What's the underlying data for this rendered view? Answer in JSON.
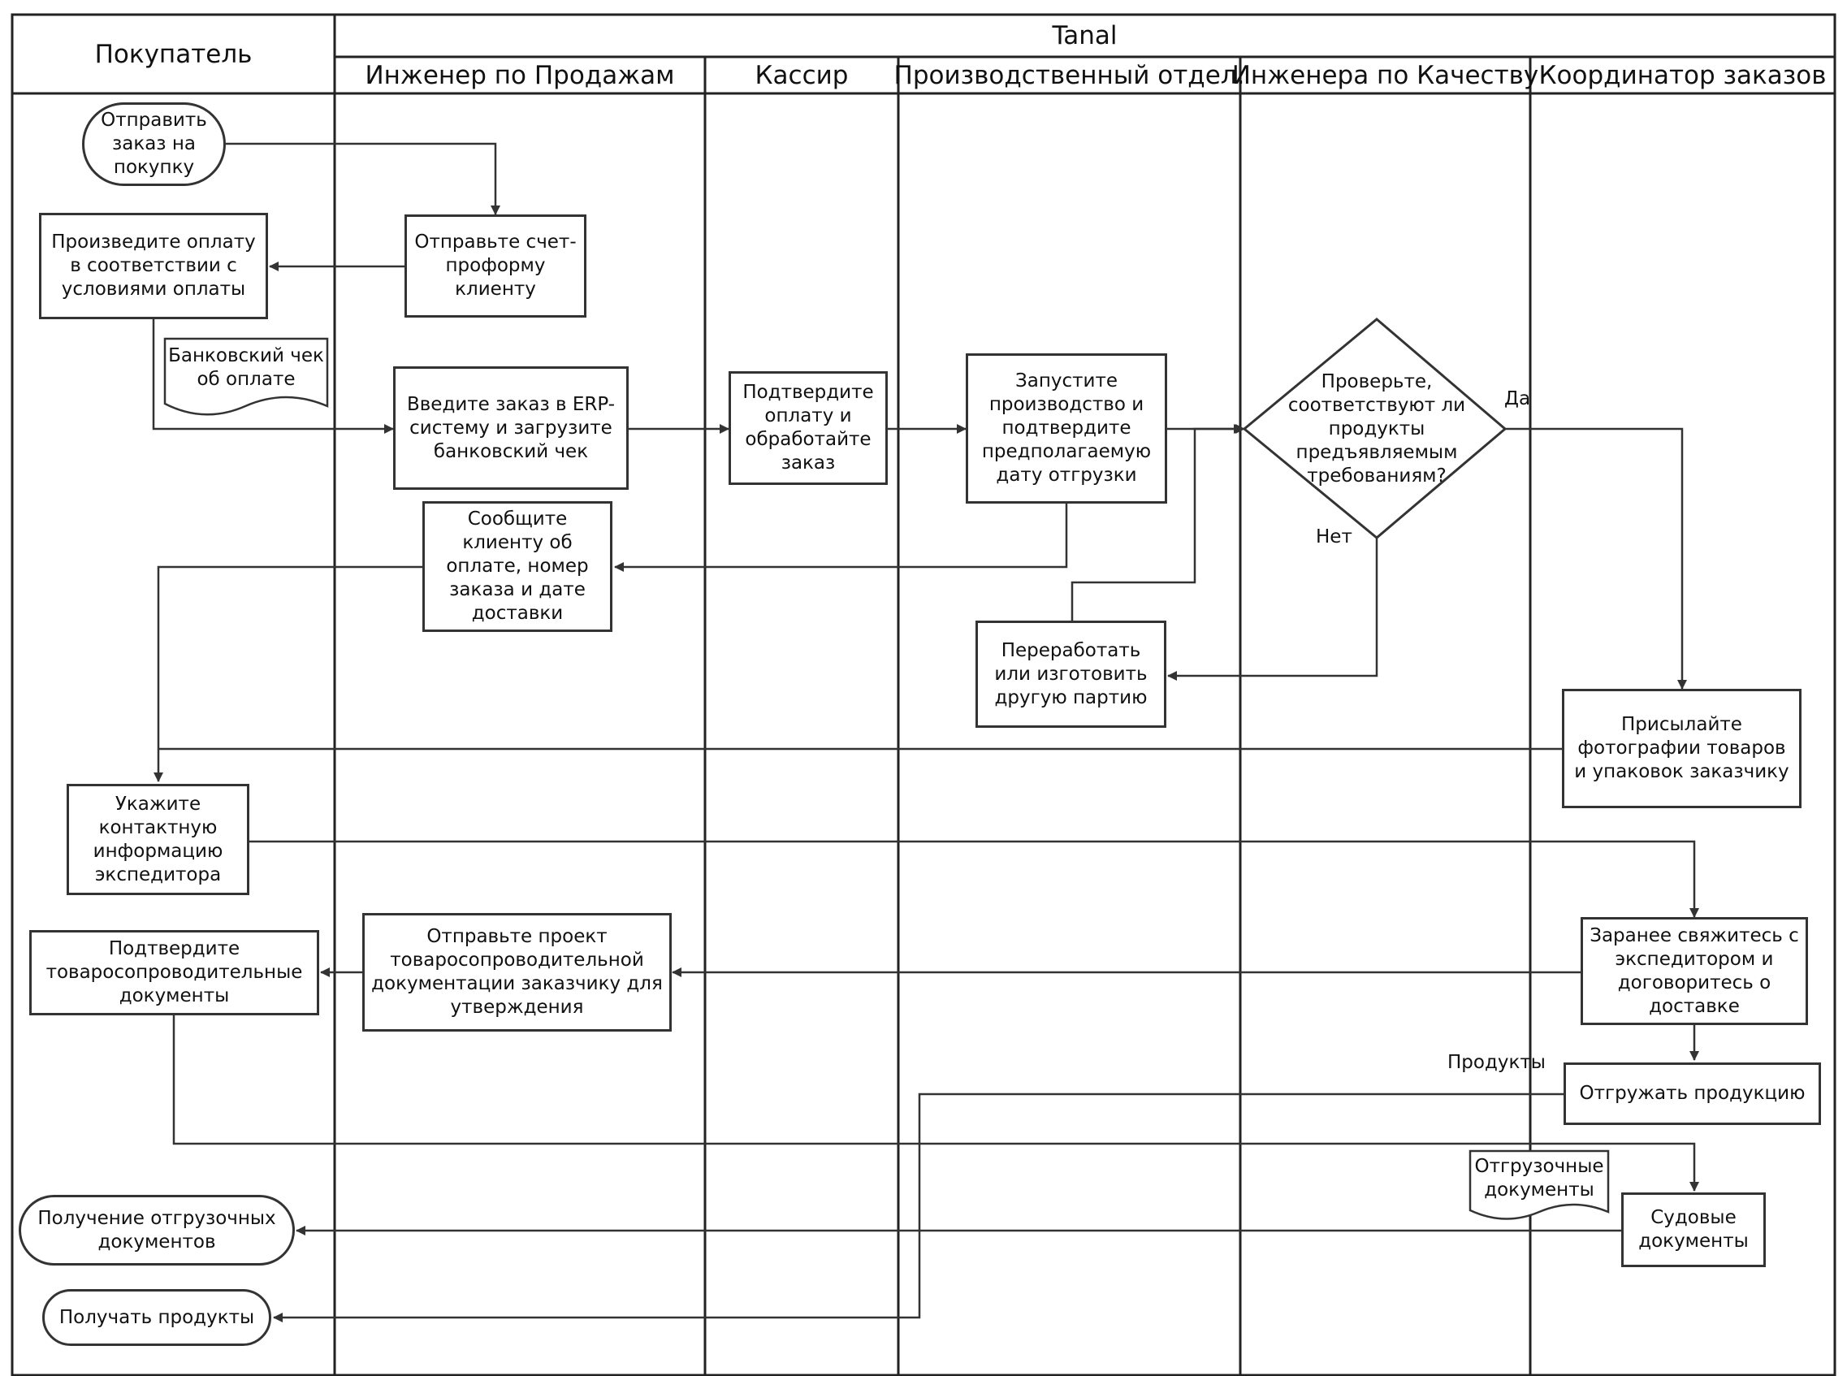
{
  "diagram": {
    "group_title": "Tanal",
    "lanes": {
      "buyer": "Покупатель",
      "sales": "Инженер по Продажам",
      "cashier": "Кассир",
      "production": "Производственный отдел.",
      "quality": "Инженера по Качеству",
      "coordinator": "Координатор заказов"
    },
    "nodes": {
      "send_order": "Отправить заказ на покупку",
      "make_payment": "Произведите оплату в соответствии с условиями оплаты",
      "send_proforma": "Отправьте счет-проформу клиенту",
      "bank_check_doc": "Банковский чек об оплате",
      "enter_order_erp": "Введите заказ в ERP-систему и загрузите банковский чек",
      "confirm_payment": "Подтвердите оплату и обработайте заказ",
      "start_production": "Запустите производство и подтвердите предполагаемую дату отгрузки",
      "check_quality": "Проверьте, соответствуют ли продукты предъявляемым требованиям?",
      "inform_client": "Сообщите клиенту об оплате, номер заказа и дате доставки",
      "rework": "Переработать или изготовить другую партию",
      "send_photos": "Присылайте фотографии товаров и упаковок заказчику",
      "forwarder_contact": "Укажите контактную информацию экспедитора",
      "contact_forwarder": "Заранее свяжитесь с экспедитором и договоритесь о доставке",
      "confirm_docs": "Подтвердите товаросопроводительные документы",
      "send_draft_docs": "Отправьте проект товаросопроводительной документации заказчику для утверждения",
      "ship_products": "Отгружать продукцию",
      "shipping_docs_doc": "Отгрузочные документы",
      "ship_documents": "Судовые документы",
      "receive_shipping_docs": "Получение отгрузочных документов",
      "receive_products": "Получать продукты"
    },
    "edge_labels": {
      "yes": "Да",
      "no": "Нет",
      "products": "Продукты"
    }
  }
}
